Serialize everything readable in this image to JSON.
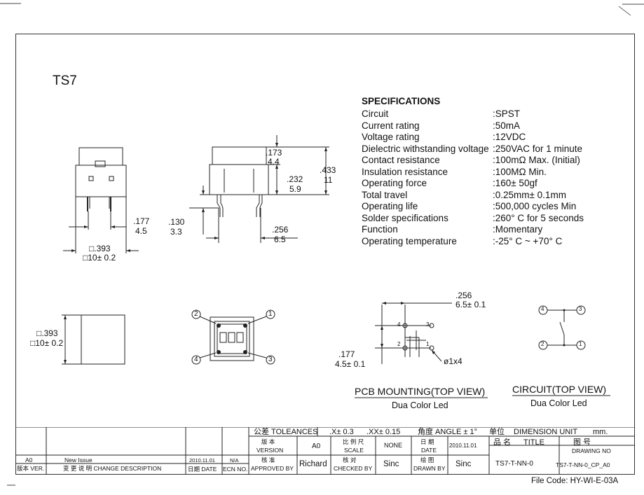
{
  "title": "TS7",
  "specs": {
    "heading": "SPECIFICATIONS",
    "rows": [
      {
        "label": "Circuit",
        "value": ":SPST"
      },
      {
        "label": "Current rating",
        "value": ":50mA"
      },
      {
        "label": "Voltage rating",
        "value": ":12VDC"
      },
      {
        "label": "Dielectric withstanding voltage",
        "value": ":250VAC for 1 minute"
      },
      {
        "label": "Contact resistance",
        "value": ":100mΩ  Max. (Initial)"
      },
      {
        "label": "Insulation resistance",
        "value": ":100MΩ  Min."
      },
      {
        "label": "Operating force",
        "value": ":160± 50gf"
      },
      {
        "label": "Total travel",
        "value": ":0.25mm± 0.1mm"
      },
      {
        "label": "Operating life",
        "value": ":500,000 cycles Min"
      },
      {
        "label": "Solder specifications",
        "value": ":260° C for 5 seconds"
      },
      {
        "label": "Function",
        "value": ":Momentary"
      },
      {
        "label": "Operating temperature",
        "value": ":-25° C ~ +70° C"
      }
    ]
  },
  "dims": {
    "d177": ".177",
    "d45": "4.5",
    "d393": "□.393",
    "d10": "□10± 0.2",
    "d173": ".173",
    "d44": "4.4",
    "d232": ".232",
    "d59": "5.9",
    "d433": ".433",
    "d11": "11",
    "d130": ".130",
    "d33": "3.3",
    "d256": ".256",
    "d65": "6.5",
    "d393b": "□.393",
    "d10b": "□10± 0.2",
    "pcb256": ".256",
    "pcb65": "6.5± 0.1",
    "pcb177": ".177",
    "pcb45": "4.5± 0.1",
    "hole": "ø1x4"
  },
  "pins": {
    "p1": "1",
    "p2": "2",
    "p3": "3",
    "p4": "4"
  },
  "pcb": {
    "title": "PCB MOUNTING(TOP VIEW)",
    "sub": "Dua Color Led"
  },
  "circuit": {
    "title": "CIRCUIT(TOP VIEW)",
    "sub": "Dua Color Led"
  },
  "titleblock": {
    "tol_label": "公差 TOLEANCES",
    "tol1": ".X± 0.3",
    "tol2": ".XX± 0.15",
    "angle": "角度 ANGLE ± 1°",
    "unit_cn": "单位",
    "unit_en": "DIMENSION UNIT",
    "unit_val": "mm.",
    "ver_cn": "版 本",
    "ver_en": "VERSION",
    "ver_val": "A0",
    "scale_cn": "比 例 尺",
    "scale_en": "SCALE",
    "scale_val": "NONE",
    "date_cn": "日 期",
    "date_en": "DATE",
    "date_val": "2010.11.01",
    "name_cn": "品 名",
    "name_en": "TITLE",
    "dwg_cn": "图 号",
    "dwg_en": "DRAWING NO",
    "rev": "A0",
    "rev_desc": "New Issue",
    "rev_date": "2010.11.01",
    "rev_ecn": "N/A",
    "h_ver": "版本 VER.",
    "h_desc": "变 更 说 明  CHANGE DESCRIPTION",
    "h_date": "日期 DATE",
    "h_ecn": "ECN NO.",
    "appr_cn": "核 准",
    "appr_en": "APPROVED BY",
    "appr_val": "Richard",
    "chk_cn": "核 对",
    "chk_en": "CHECKED BY",
    "chk_val": "Sinc",
    "drw_cn": "绘 图",
    "drw_en": "DRAWN BY",
    "drw_val": "Sinc",
    "title_val": "TS7-T-NN-0",
    "dwg_val": "TS7-T-NN-0_CP_A0"
  },
  "file_code": "File Code: HY-WI-E-03A"
}
